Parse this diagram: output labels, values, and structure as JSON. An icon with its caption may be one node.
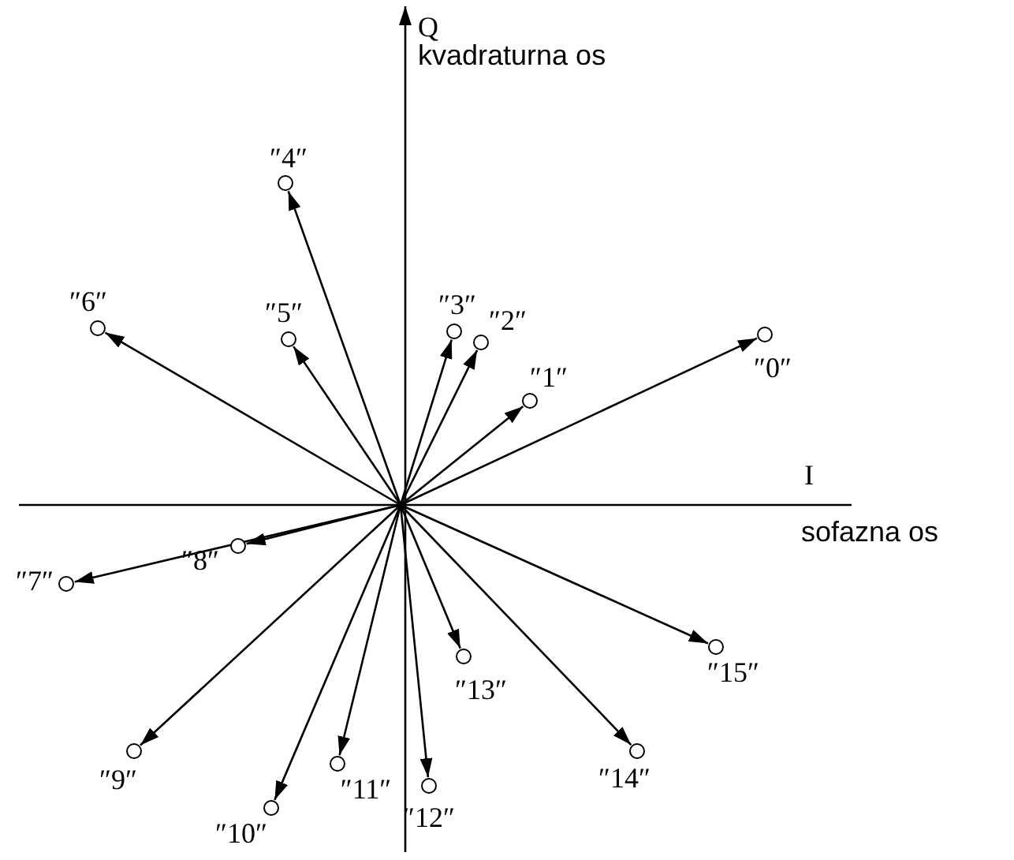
{
  "diagram": {
    "nodes": [
      {
        "text": [],
        "shape": "circle",
        "beside": [
          "″0″"
        ]
      },
      {
        "text": [],
        "shape": "circle",
        "beside": [
          "″1″"
        ]
      },
      {
        "text": [],
        "shape": "circle",
        "beside": [
          "″2″"
        ]
      },
      {
        "text": [],
        "shape": "circle",
        "beside": [
          "″3″"
        ]
      },
      {
        "text": [],
        "shape": "circle",
        "beside": [
          "″4″"
        ]
      },
      {
        "text": [],
        "shape": "circle",
        "beside": [
          "″5″"
        ]
      },
      {
        "text": [],
        "shape": "circle",
        "beside": [
          "″6″"
        ]
      },
      {
        "text": [],
        "shape": "circle",
        "beside": [
          "″7″"
        ]
      },
      {
        "text": [],
        "shape": "circle",
        "beside": [
          "″8″"
        ]
      },
      {
        "text": [],
        "shape": "circle",
        "beside": [
          "″9″"
        ]
      },
      {
        "text": [],
        "shape": "circle",
        "beside": [
          "″10″"
        ]
      },
      {
        "text": [],
        "shape": "circle",
        "beside": [
          "″11″"
        ]
      },
      {
        "text": [],
        "shape": "circle",
        "beside": [
          "″12″"
        ]
      },
      {
        "text": [],
        "shape": "circle",
        "beside": [
          "″13″"
        ]
      },
      {
        "text": [],
        "shape": "circle",
        "beside": [
          "″14″"
        ]
      },
      {
        "text": [],
        "shape": "circle",
        "beside": [
          "″15″"
        ]
      }
    ],
    "edges": [
      {
        "from": null,
        "to": 0,
        "arrow": "to"
      },
      {
        "from": null,
        "to": 1,
        "arrow": "to"
      },
      {
        "from": null,
        "to": 2,
        "arrow": "to"
      },
      {
        "from": null,
        "to": 3,
        "arrow": "to"
      },
      {
        "from": null,
        "to": 4,
        "arrow": "to"
      },
      {
        "from": null,
        "to": 5,
        "arrow": "to"
      },
      {
        "from": null,
        "to": 6,
        "arrow": "to"
      },
      {
        "from": null,
        "to": 7,
        "arrow": "to"
      },
      {
        "from": null,
        "to": 8,
        "arrow": "to"
      },
      {
        "from": null,
        "to": 9,
        "arrow": "to"
      },
      {
        "from": null,
        "to": 10,
        "arrow": "to"
      },
      {
        "from": null,
        "to": 11,
        "arrow": "to"
      },
      {
        "from": null,
        "to": 12,
        "arrow": "to"
      },
      {
        "from": null,
        "to": 13,
        "arrow": "to"
      },
      {
        "from": null,
        "to": 14,
        "arrow": "to"
      },
      {
        "from": null,
        "to": 15,
        "arrow": "to"
      }
    ],
    "labels": [
      "Q",
      "kvadraturna os",
      "I",
      "sofazna os"
    ]
  }
}
